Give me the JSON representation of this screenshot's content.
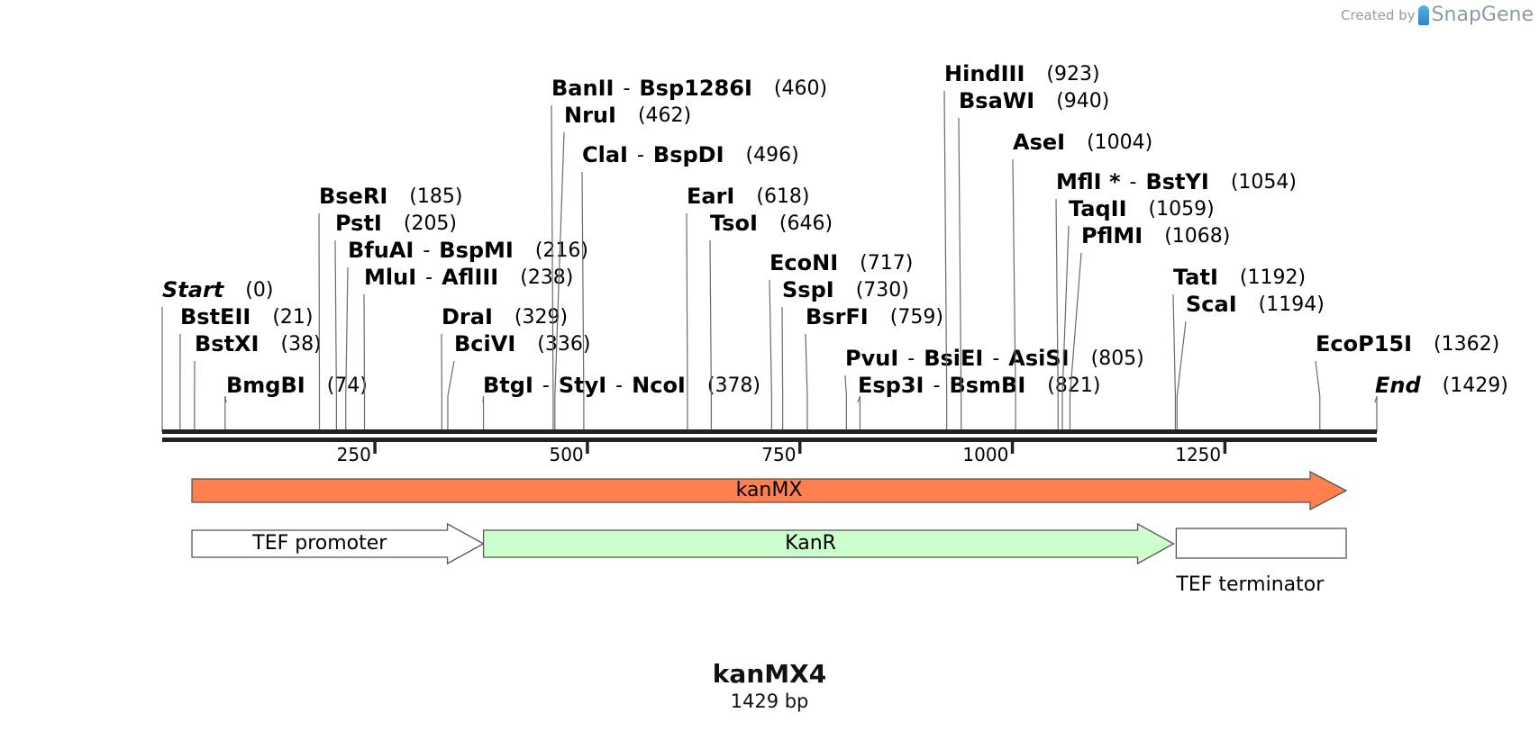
{
  "credit": {
    "prefix": "Created by",
    "brand": "SnapGene",
    "icon": "snapgene-logo-icon"
  },
  "sequence": {
    "name": "kanMX4",
    "length_label": "1429 bp",
    "length": 1429
  },
  "ruler": {
    "ticks": [
      250,
      500,
      750,
      1000,
      1250
    ]
  },
  "sites": [
    {
      "label": "Start",
      "pos": "(0)",
      "bp": 0,
      "italic": true
    },
    {
      "label": "BstEII",
      "pos": "(21)",
      "bp": 21
    },
    {
      "label": "BstXI",
      "pos": "(38)",
      "bp": 38
    },
    {
      "label": "BmgBI",
      "pos": "(74)",
      "bp": 74
    },
    {
      "label": "BseRI",
      "pos": "(185)",
      "bp": 185
    },
    {
      "label": "PstI",
      "pos": "(205)",
      "bp": 205
    },
    {
      "label": "BfuAI",
      "iso": [
        "BspMI"
      ],
      "pos": "(216)",
      "bp": 216
    },
    {
      "label": "MluI",
      "iso": [
        "AflIII"
      ],
      "pos": "(238)",
      "bp": 238
    },
    {
      "label": "DraI",
      "pos": "(329)",
      "bp": 329
    },
    {
      "label": "BciVI",
      "pos": "(336)",
      "bp": 336
    },
    {
      "label": "BtgI",
      "iso": [
        "StyI",
        "NcoI"
      ],
      "pos": "(378)",
      "bp": 378
    },
    {
      "label": "BanII",
      "iso": [
        "Bsp1286I"
      ],
      "pos": "(460)",
      "bp": 460
    },
    {
      "label": "NruI",
      "pos": "(462)",
      "bp": 462
    },
    {
      "label": "ClaI",
      "iso": [
        "BspDI"
      ],
      "pos": "(496)",
      "bp": 496
    },
    {
      "label": "EarI",
      "pos": "(618)",
      "bp": 618
    },
    {
      "label": "TsoI",
      "pos": "(646)",
      "bp": 646
    },
    {
      "label": "EcoNI",
      "pos": "(717)",
      "bp": 717
    },
    {
      "label": "SspI",
      "pos": "(730)",
      "bp": 730
    },
    {
      "label": "BsrFI",
      "pos": "(759)",
      "bp": 759
    },
    {
      "label": "PvuI",
      "iso": [
        "BsiEI",
        "AsiSI"
      ],
      "pos": "(805)",
      "bp": 805
    },
    {
      "label": "Esp3I",
      "iso": [
        "BsmBI"
      ],
      "pos": "(821)",
      "bp": 821
    },
    {
      "label": "HindIII",
      "pos": "(923)",
      "bp": 923
    },
    {
      "label": "BsaWI",
      "pos": "(940)",
      "bp": 940
    },
    {
      "label": "AseI",
      "pos": "(1004)",
      "bp": 1004
    },
    {
      "label": "MflI *",
      "iso": [
        "BstYI"
      ],
      "pos": "(1054)",
      "bp": 1054
    },
    {
      "label": "TaqII",
      "pos": "(1059)",
      "bp": 1059
    },
    {
      "label": "PflMI",
      "pos": "(1068)",
      "bp": 1068
    },
    {
      "label": "TatI",
      "pos": "(1192)",
      "bp": 1192
    },
    {
      "label": "ScaI",
      "pos": "(1194)",
      "bp": 1194
    },
    {
      "label": "EcoP15I",
      "pos": "(1362)",
      "bp": 1362
    },
    {
      "label": "End",
      "pos": "(1429)",
      "bp": 1429,
      "italic": true
    }
  ],
  "features": [
    {
      "name": "kanMX",
      "start": 35,
      "end": 1393,
      "color": "#ff7f4f",
      "direction": "forward",
      "label_inside": true
    },
    {
      "name": "TEF promoter",
      "start": 35,
      "end": 378,
      "color": "#ffffff",
      "direction": "forward",
      "label_inside": true
    },
    {
      "name": "KanR",
      "start": 378,
      "end": 1190,
      "color": "#ccffcc",
      "direction": "forward",
      "label_inside": true
    },
    {
      "name": "TEF terminator",
      "start": 1193,
      "end": 1393,
      "color": "#ffffff",
      "direction": "none",
      "label_inside": false
    }
  ]
}
